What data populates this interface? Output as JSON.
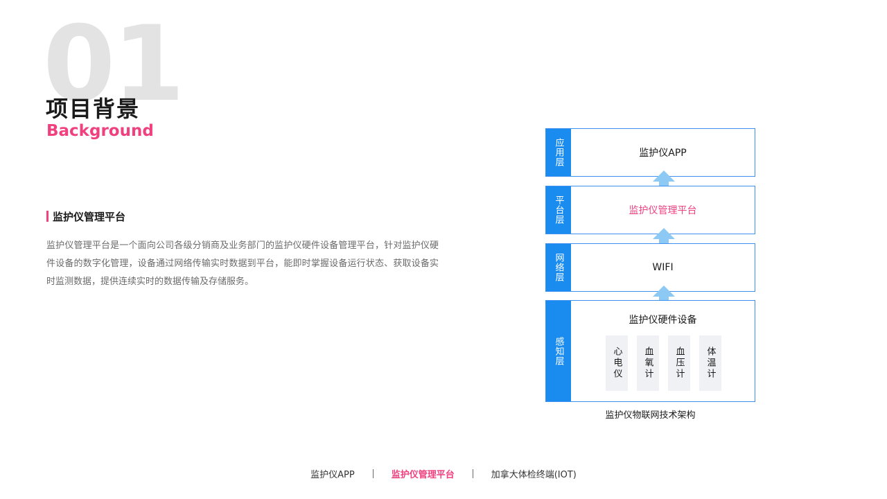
{
  "header": {
    "number": "01",
    "title_cn": "项目背景",
    "title_en": "Background"
  },
  "section": {
    "title": "监护仪管理平台",
    "description": "监护仪管理平台是一个面向公司各级分销商及业务部门的监护仪硬件设备管理平台，针对监护仪硬件设备的数字化管理，设备通过网络传输实时数据到平台，能即时掌握设备运行状态、获取设备实时监测数据，提供连续实时的数据传输及存储服务。"
  },
  "diagram": {
    "layers": [
      {
        "tag": "应用层",
        "content": "监护仪APP"
      },
      {
        "tag": "平台层",
        "content": "监护仪管理平台"
      },
      {
        "tag": "网络层",
        "content": "WIFI"
      },
      {
        "tag": "感知层",
        "content": "监护仪硬件设备"
      }
    ],
    "devices": [
      "心电仪",
      "血氧计",
      "血压计",
      "体温计"
    ],
    "caption": "监护仪物联网技术架构"
  },
  "bottom_nav": {
    "items": [
      "监护仪APP",
      "监护仪管理平台",
      "加拿大体检终端(IOT)"
    ],
    "active_index": 1
  },
  "colors": {
    "accent": "#f0417f",
    "layer_blue": "#1a8cf0",
    "arrow_blue": "#8ccaf5"
  }
}
